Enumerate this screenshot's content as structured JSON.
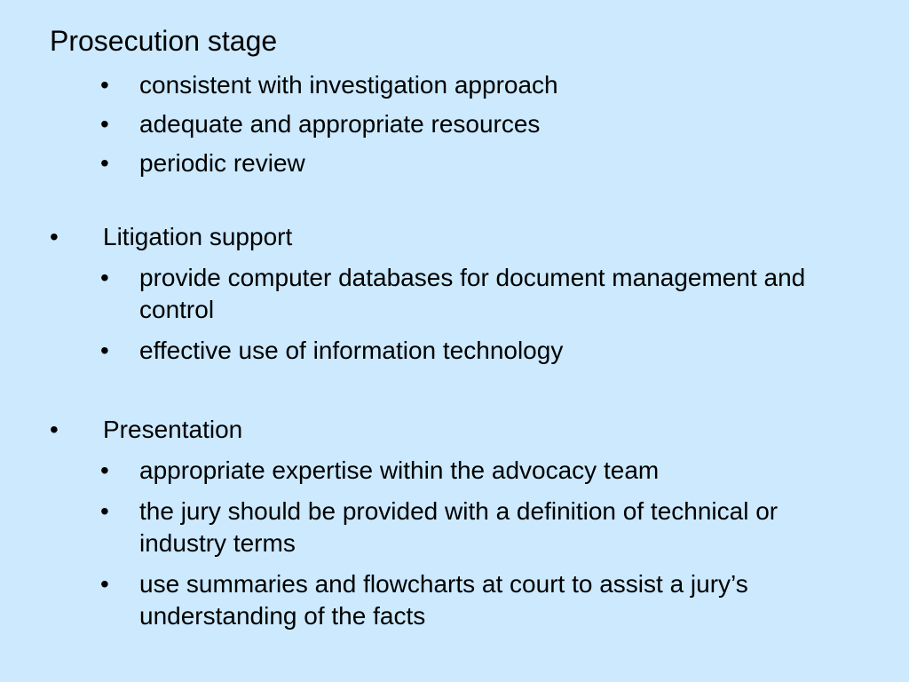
{
  "slide": {
    "title": "Prosecution stage",
    "bullet_char": "•",
    "prosecution_items": [
      "consistent with investigation approach",
      "adequate and appropriate resources",
      "periodic review"
    ],
    "sections": [
      {
        "heading": "Litigation support",
        "items": [
          "provide computer databases for document management and control",
          "effective use of information technology"
        ]
      },
      {
        "heading": "Presentation",
        "items": [
          "appropriate expertise within the advocacy team",
          "the jury should be provided with a definition of technical or industry terms",
          "use summaries and flowcharts at court to assist a jury’s understanding of the facts"
        ]
      }
    ]
  }
}
